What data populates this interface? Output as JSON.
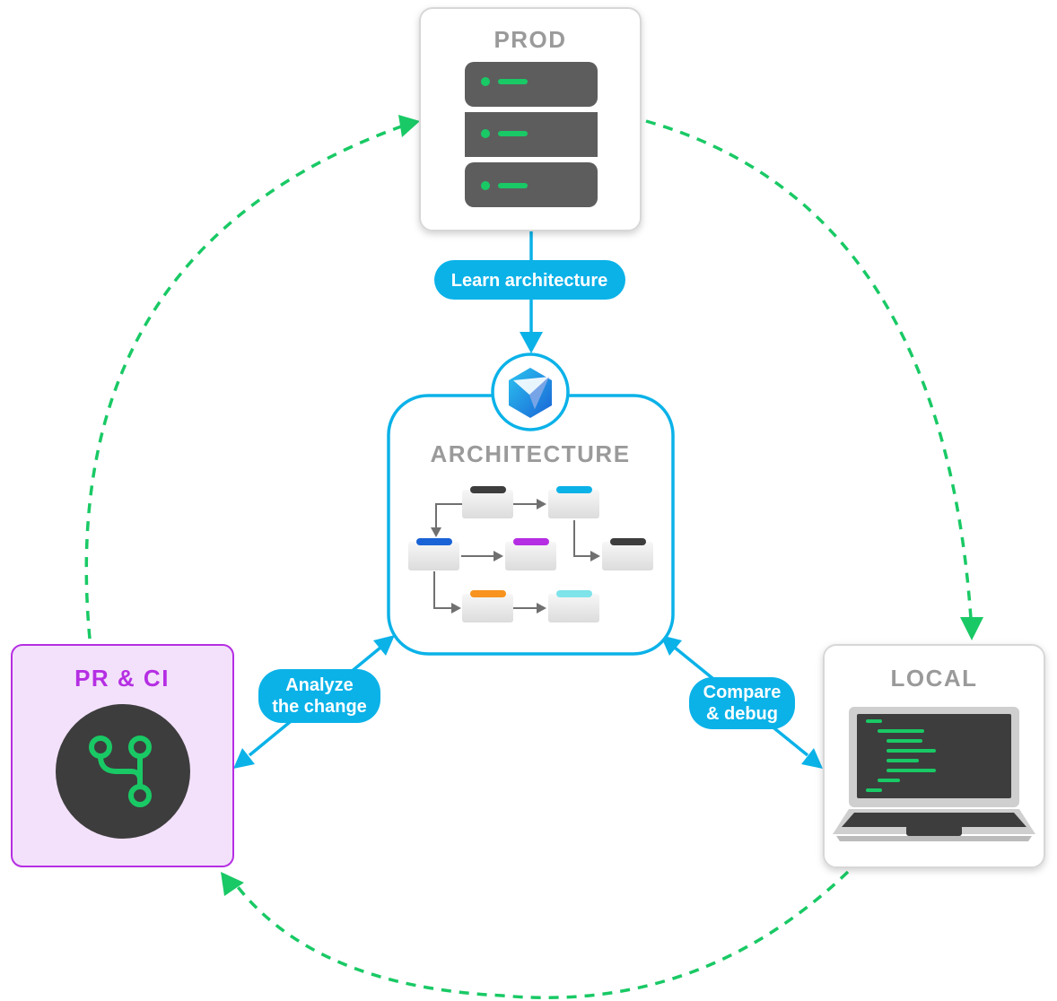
{
  "nodes": {
    "prod": {
      "title": "PROD"
    },
    "architecture": {
      "title": "ARCHITECTURE"
    },
    "pr_ci": {
      "title": "PR & CI"
    },
    "local": {
      "title": "LOCAL"
    }
  },
  "edges": {
    "learn": {
      "label": "Learn architecture"
    },
    "analyze": {
      "label_line1": "Analyze",
      "label_line2": "the change"
    },
    "compare": {
      "label_line1": "Compare",
      "label_line2": "& debug"
    }
  },
  "colors": {
    "accent_blue": "#0BB2E8",
    "cycle_green": "#19C965",
    "pr_ci_purple": "#B52EE3",
    "pr_ci_fill": "#F3E1FB",
    "server_gray": "#5D5D5D",
    "dark_circle": "#3D3D3D",
    "title_gray": "#9A9A9A"
  },
  "icons": {
    "prod": "server-rack-icon",
    "architecture_badge": "paper-plane-logo-icon",
    "pr_ci": "git-branch-icon",
    "local": "laptop-code-icon"
  }
}
